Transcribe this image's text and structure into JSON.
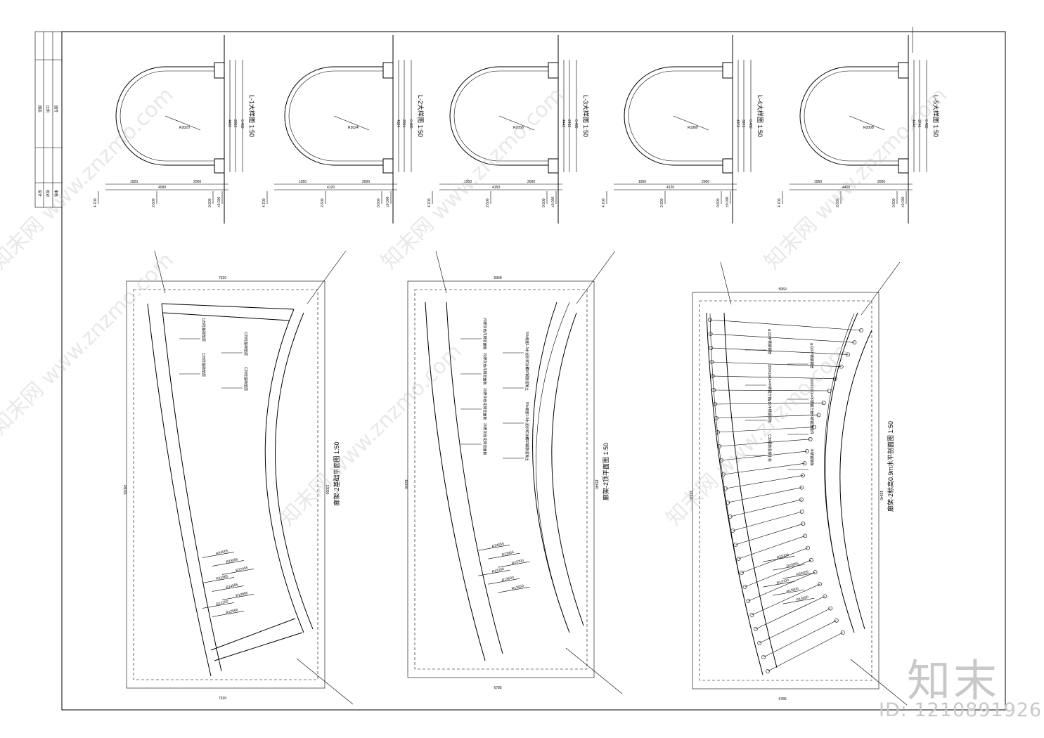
{
  "details": [
    {
      "title": "L-1大样图",
      "scale": "1:50",
      "radius_label": "R2020",
      "dims_top": [
        "1920",
        "4090",
        "2000"
      ],
      "dims_side": [
        "4450",
        "2053",
        "0.480"
      ],
      "levels": [
        "4.700",
        "2.600",
        "0.600",
        "±0.000"
      ]
    },
    {
      "title": "L-2大样图",
      "scale": "1:50",
      "radius_label": "R2024",
      "dims_top": [
        "1950",
        "4120",
        "2000"
      ],
      "dims_side": [
        "4324",
        "2024",
        "0.480"
      ],
      "levels": [
        "4.700",
        "2.600",
        "0.600",
        "±0.000"
      ]
    },
    {
      "title": "L-3大样图",
      "scale": "1:50",
      "radius_label": "R2058",
      "dims_top": [
        "1950",
        "4150",
        "2000"
      ],
      "dims_side": [
        "4442",
        "2432",
        "0.480"
      ],
      "levels": [
        "4.700",
        "2.600",
        "0.600",
        "±0.000"
      ]
    },
    {
      "title": "L-4大样图",
      "scale": "1:50",
      "radius_label": "R1880",
      "dims_top": [
        "1950",
        "4120",
        "2000"
      ],
      "dims_side": [
        "4372",
        "3372",
        "0.480"
      ],
      "levels": [
        "4.700",
        "2.600",
        "0.600",
        "±0.000"
      ]
    },
    {
      "title": "L-5大样图",
      "scale": "1:50",
      "radius_label": "R2008",
      "dims_top": [
        "1950",
        "4400",
        "2000"
      ],
      "dims_side": [
        "4446",
        "3746",
        "0.480"
      ],
      "levels": [
        "4.700",
        "2.600",
        "0.600",
        "±0.000"
      ]
    }
  ],
  "plans": [
    {
      "title": "廊架-2基础平面图",
      "scale": "1:50",
      "top_dim": "7320",
      "bottom_dim": "7320",
      "side_dim_left": "18030",
      "side_dim_right": "13050",
      "notes": [
        "C25砼基础垫层",
        "C25砼基础垫层",
        "C25砼基础垫层",
        "C25砼基础垫层"
      ],
      "arc_labels": [
        "R24005",
        "R23055",
        "R22455",
        "R21865",
        "R14585",
        "R13895",
        "R13150",
        "R12560"
      ]
    },
    {
      "title": "廊架-2顶平面图",
      "scale": "1:50",
      "top_dim": "5968",
      "bottom_dim": "6785",
      "side_dim_left": "15340",
      "side_dim_right": "15340",
      "notes": [
        "20厚灰色花岗岩面板",
        "5%坡度1:3水泥砂浆找坡",
        "20厚灰色花岗岩面板",
        "C30钢筋混凝土",
        "20厚灰色花岗岩面板",
        "5%坡度1:3水泥砂浆找坡",
        "20厚灰色花岗岩面板",
        "C30钢筋混凝土"
      ],
      "arc_labels": [
        "R24055",
        "R23955",
        "R23700",
        "R13700",
        "R13500",
        "R13050"
      ]
    },
    {
      "title": "廊架-2标高0.9m水平剖面图",
      "scale": "1:50",
      "top_dim": "5969",
      "bottom_dim": "6785",
      "side_dim_left": "15340",
      "side_dim_right": "15340",
      "notes": [
        "φ110不锈钢钢管",
        "φ110不锈钢钢管",
        "100X100X4不锈钢方管",
        "100X100X4不锈钢方管",
        "φ16不锈钢钢条",
        "不锈钢连接件",
        "C30钢筋混凝土柱",
        "不锈钢钢条"
      ],
      "arc_labels": [
        "R23700",
        "R23955",
        "R24055",
        "R13700",
        "R13500",
        "R13050"
      ]
    }
  ],
  "title_block": [
    "图名",
    "比例",
    "图号",
    "设计",
    "校对",
    "审核"
  ],
  "watermark": "知末网 www.znzmo.com",
  "logo": "知末",
  "id_label": "ID: 1210891926"
}
